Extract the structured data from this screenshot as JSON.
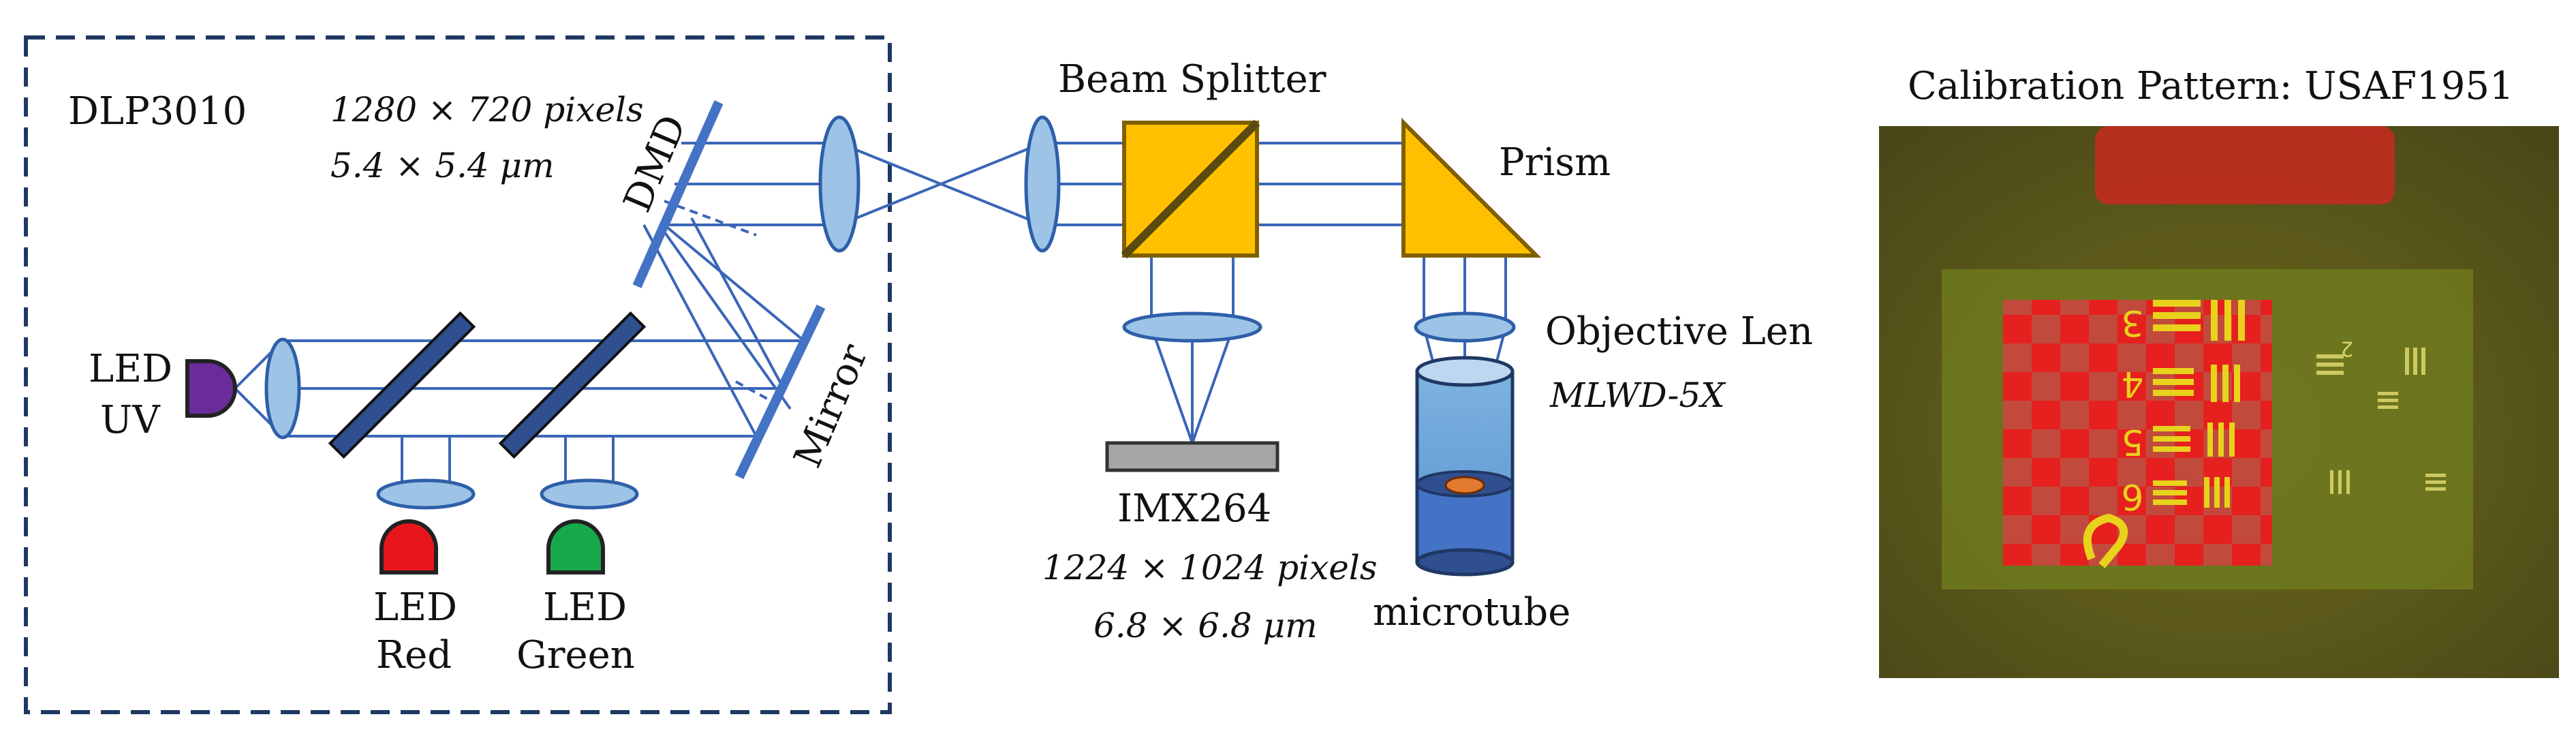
{
  "dlp": {
    "name": "DLP3010",
    "resolution": "1280 × 720 pixels",
    "pixel_size": "5.4 × 5.4 μm",
    "dmd_label": "DMD",
    "mirror_label": "Mirror"
  },
  "leds": {
    "uv_line1": "LED",
    "uv_line2": "UV",
    "red_line1": "LED",
    "red_line2": "Red",
    "green_line1": "LED",
    "green_line2": "Green",
    "colors": {
      "uv": "#6a2c9a",
      "red": "#e8161c",
      "green": "#17a84b"
    }
  },
  "beam_splitter": {
    "label": "Beam Splitter"
  },
  "prism": {
    "label": "Prism"
  },
  "camera": {
    "name": "IMX264",
    "resolution": "1224 × 1024 pixels",
    "pixel_size": "6.8 × 6.8 μm"
  },
  "objective": {
    "label": "Objective Len",
    "model": "MLWD-5X"
  },
  "sample": {
    "label": "microtube"
  },
  "calibration": {
    "title": "Calibration Pattern: USAF1951",
    "group_digits": [
      "3",
      "4",
      "5",
      "6",
      "2"
    ]
  },
  "colors": {
    "beam": "#3a66b8",
    "optic_fill": "#9dc3e6",
    "optic_stroke": "#2e5fa8",
    "amber": "#ffc000",
    "amber_stroke": "#7f6000",
    "dashed_box": "#1f3864"
  }
}
